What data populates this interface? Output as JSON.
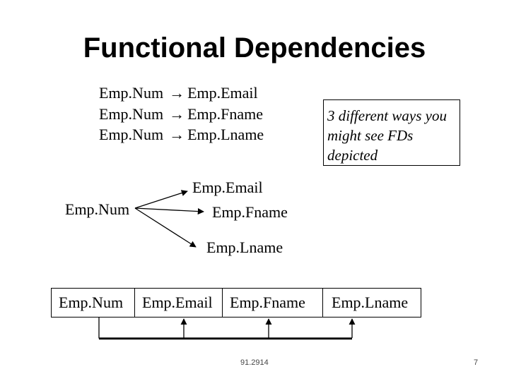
{
  "title": "Functional Dependencies",
  "fd_list": [
    {
      "left": "Emp.Num",
      "arrow": "→",
      "right": "Emp.Email"
    },
    {
      "left": "Emp.Num",
      "arrow": "→",
      "right": "Emp.Fname"
    },
    {
      "left": "Emp.Num",
      "arrow": "→",
      "right": "Emp.Lname"
    }
  ],
  "note": "3 different ways you might see FDs depicted",
  "tree": {
    "source": "Emp.Num",
    "targets": [
      "Emp.Email",
      "Emp.Fname",
      "Emp.Lname"
    ]
  },
  "schema": {
    "columns": [
      "Emp.Num",
      "Emp.Email",
      "Emp.Fname",
      "Emp.Lname"
    ]
  },
  "footer": {
    "date": "91.2914",
    "page": "7"
  }
}
